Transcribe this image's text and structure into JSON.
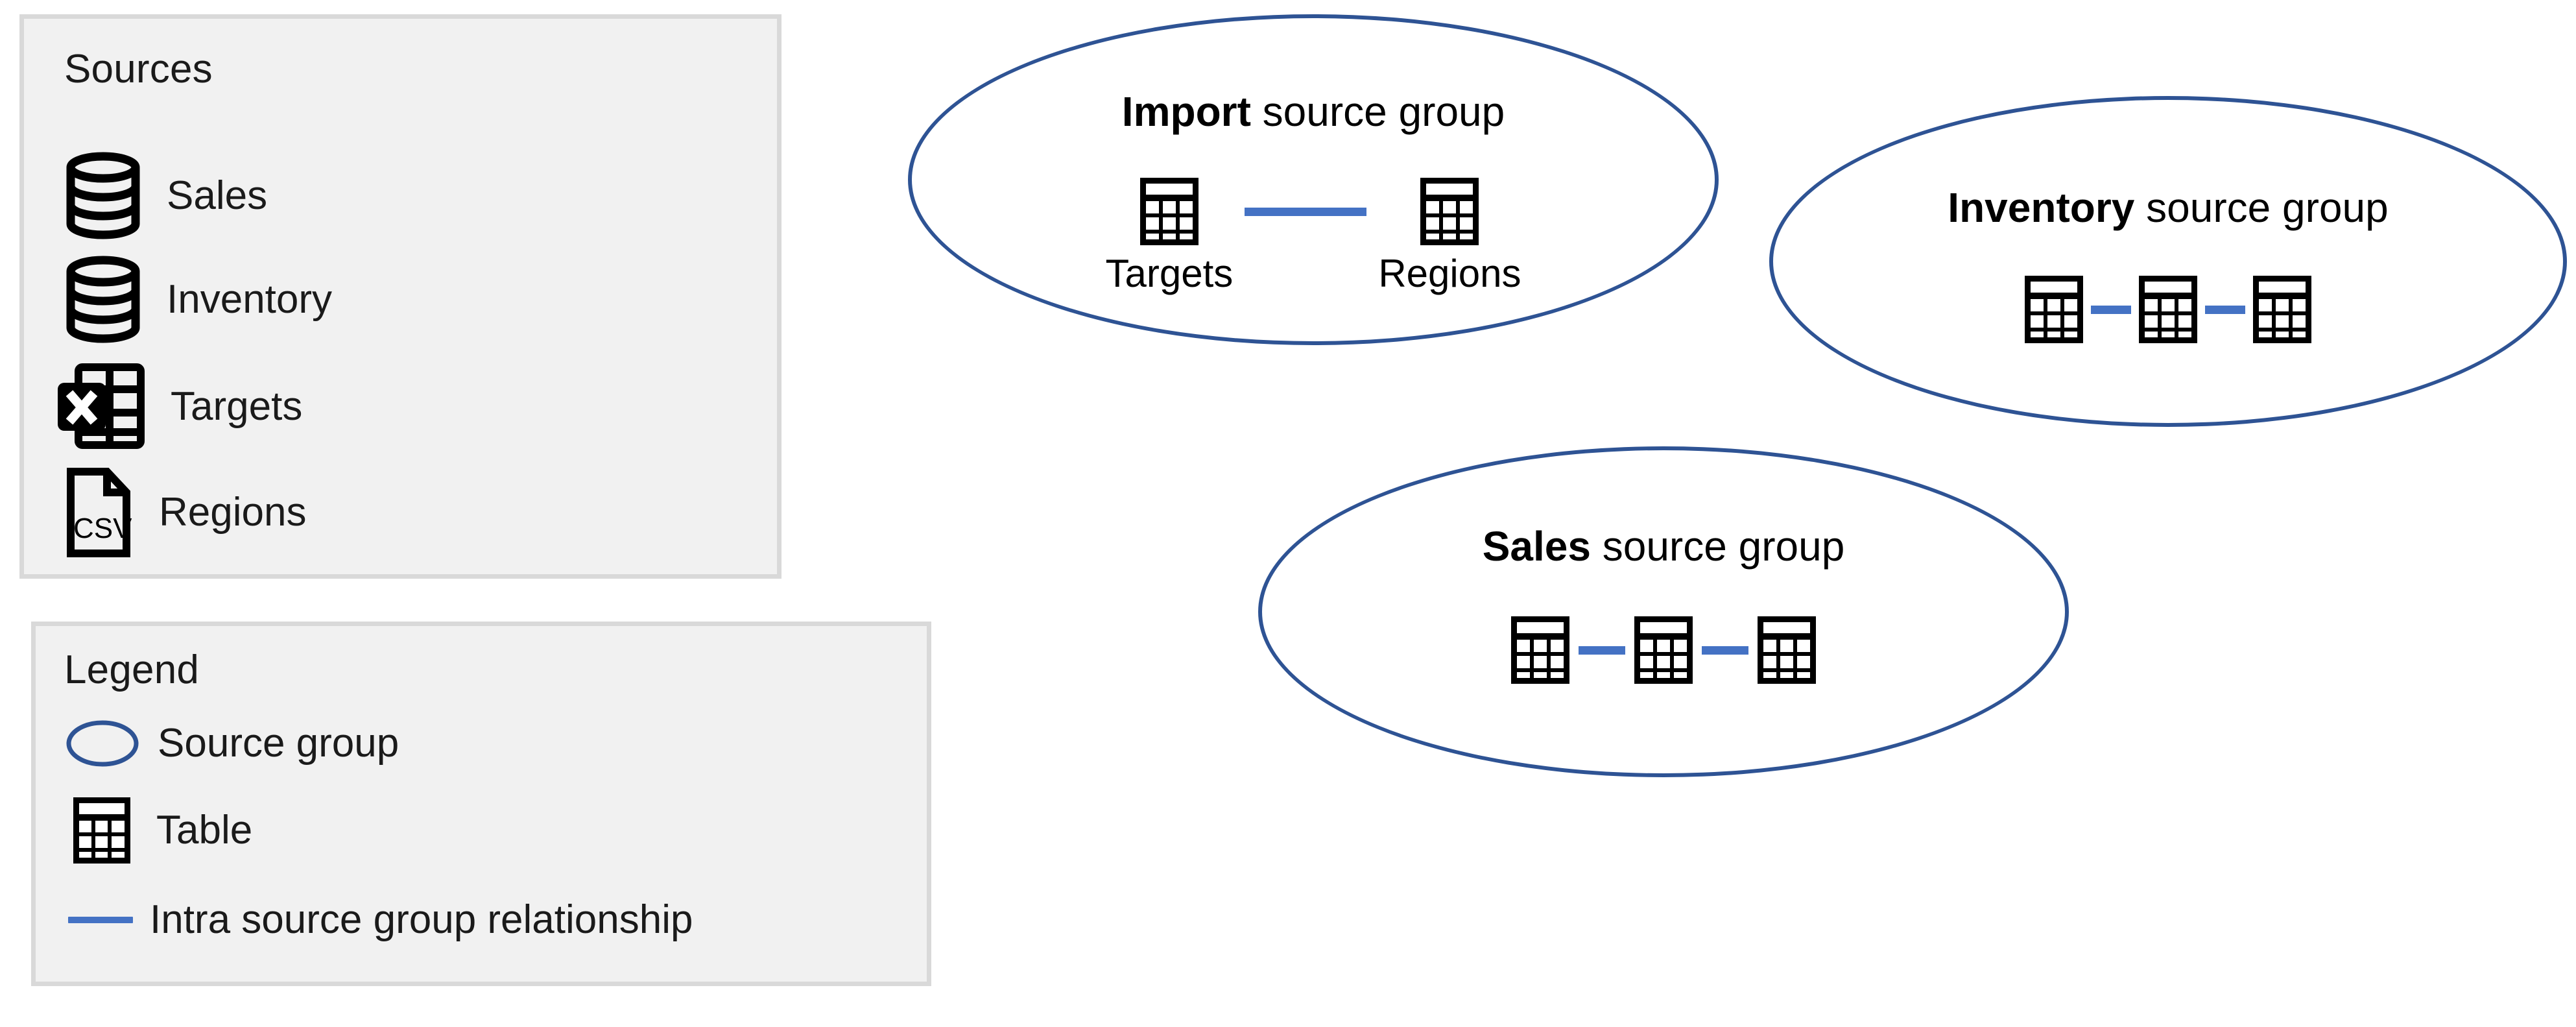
{
  "sources_panel": {
    "title": "Sources",
    "items": [
      {
        "label": "Sales",
        "icon": "database-icon"
      },
      {
        "label": "Inventory",
        "icon": "database-icon"
      },
      {
        "label": "Targets",
        "icon": "excel-file-icon"
      },
      {
        "label": "Regions",
        "icon": "csv-file-icon"
      }
    ]
  },
  "legend_panel": {
    "title": "Legend",
    "items": [
      {
        "label": "Source group",
        "icon": "ellipse-icon"
      },
      {
        "label": "Table",
        "icon": "table-icon"
      },
      {
        "label": "Intra source group relationship",
        "icon": "line-icon"
      }
    ]
  },
  "groups": [
    {
      "id": "import",
      "name": "Import",
      "suffix": " source group",
      "nodes": [
        {
          "label": "Targets",
          "icon": "table-icon"
        },
        {
          "label": "Regions",
          "icon": "table-icon"
        }
      ],
      "connectors": 1
    },
    {
      "id": "inventory",
      "name": "Inventory",
      "suffix": " source group",
      "nodes": [
        {
          "label": "",
          "icon": "table-icon"
        },
        {
          "label": "",
          "icon": "table-icon"
        },
        {
          "label": "",
          "icon": "table-icon"
        }
      ],
      "connectors": 2
    },
    {
      "id": "sales",
      "name": "Sales",
      "suffix": " source group",
      "nodes": [
        {
          "label": "",
          "icon": "table-icon"
        },
        {
          "label": "",
          "icon": "table-icon"
        },
        {
          "label": "",
          "icon": "table-icon"
        }
      ],
      "connectors": 2
    }
  ],
  "colors": {
    "group_outline": "#2E5394",
    "relationship_line": "#4472C4",
    "panel_fill": "#F1F1F1",
    "panel_border": "#D9D9D9",
    "icon_black": "#000000",
    "text": "#1A1A1A"
  }
}
